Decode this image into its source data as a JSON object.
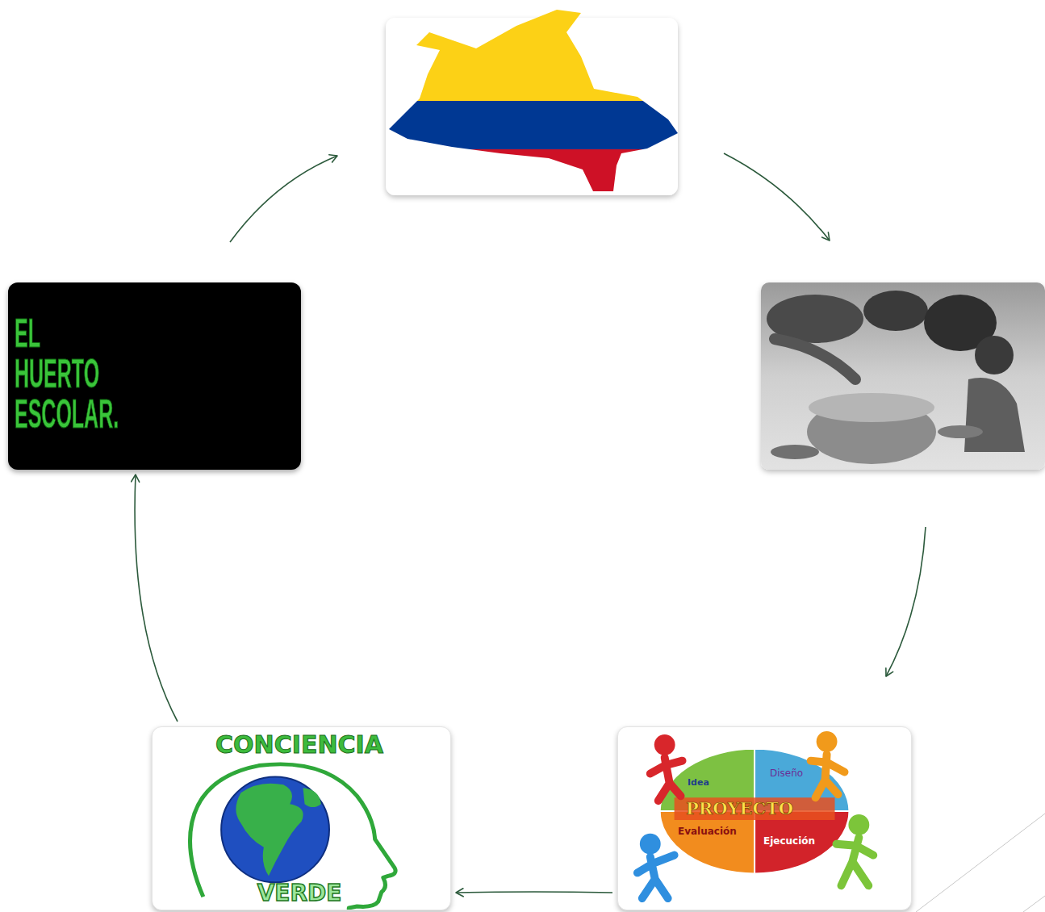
{
  "diagram": {
    "nodes": [
      {
        "text": [
          "EL HUERTO ESCOLAR."
        ]
      },
      {
        "text": [
          "CONCIENCIA",
          "VERDE"
        ]
      },
      {
        "text": [
          "Idea",
          "Diseño",
          "PROYECTO",
          "Evaluación",
          "Ejecución"
        ]
      }
    ],
    "edges": [
      {
        "from": 2,
        "to": 1,
        "arrow": "to"
      },
      {
        "from": 1,
        "to": 0,
        "arrow": "to"
      }
    ]
  }
}
